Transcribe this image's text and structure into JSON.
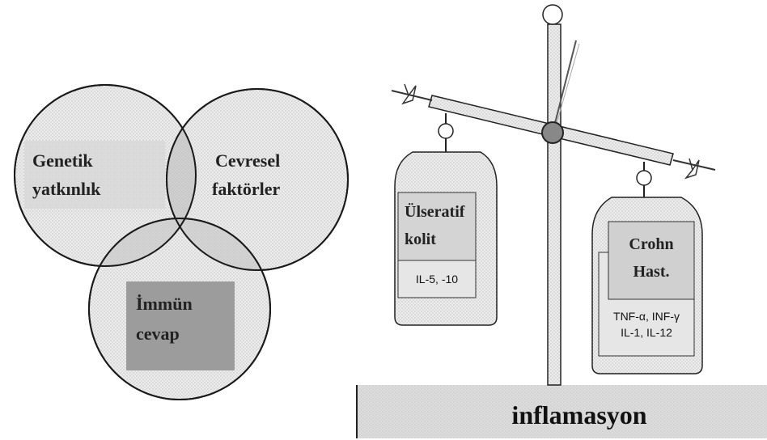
{
  "venn": {
    "genetic": [
      "Genetik",
      "yatkınlık"
    ],
    "environmental": [
      "Cevresel",
      "faktörler"
    ],
    "immune": [
      "İmmün",
      "cevap"
    ]
  },
  "scale": {
    "left_bottle": {
      "title": [
        "Ülseratif",
        "kolit"
      ],
      "cytokines": [
        "IL-5, -10"
      ]
    },
    "right_bottle": {
      "title": [
        "Crohn",
        "Hast."
      ],
      "cytokines": [
        "TNF-α, INF-γ",
        "IL-1, IL-12"
      ]
    },
    "base_label": "inflamasyon"
  },
  "colors": {
    "circle_stroke": "#1a1a1a",
    "label_box": "#d6d6d6",
    "immune_box": "#9a9a9a",
    "overlap": "#b8b8b8",
    "base_fill": "#d2d2d2"
  }
}
